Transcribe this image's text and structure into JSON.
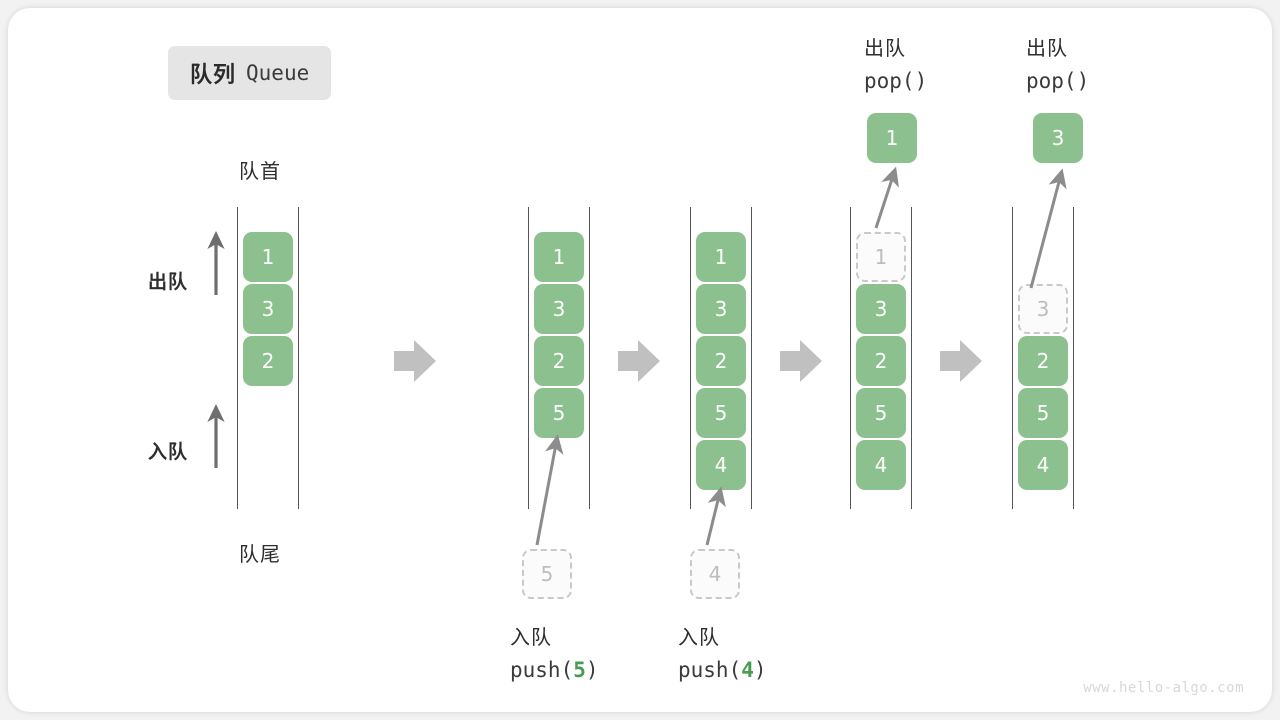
{
  "figure": {
    "title_cn": "队列",
    "title_en": "Queue",
    "watermark": "www.hello-algo.com",
    "head_label": "队首",
    "tail_label": "队尾",
    "dequeue_label": "出队",
    "enqueue_label": "入队",
    "accent_green": "#8cc08e",
    "arrow_gray": "#8c8c8c",
    "rail_gray": "#555555"
  },
  "stages": [
    {
      "id": "initial",
      "cells": [
        "1",
        "3",
        "2"
      ],
      "side_labels": {
        "top": "出队",
        "bottom": "入队"
      },
      "head_label": "队首",
      "tail_label": "队尾"
    },
    {
      "id": "after-push-5",
      "cells": [
        "1",
        "3",
        "2",
        "5"
      ],
      "incoming": {
        "value": "5",
        "op_cn": "入队",
        "op_code_prefix": "push(",
        "op_code_value": "5",
        "op_code_suffix": ")"
      }
    },
    {
      "id": "after-push-4",
      "cells": [
        "1",
        "3",
        "2",
        "5",
        "4"
      ],
      "incoming": {
        "value": "4",
        "op_cn": "入队",
        "op_code_prefix": "push(",
        "op_code_value": "4",
        "op_code_suffix": ")"
      }
    },
    {
      "id": "after-pop-1",
      "cells": [
        "1",
        "3",
        "2",
        "5",
        "4"
      ],
      "removed_index": 0,
      "outgoing": {
        "value": "1",
        "op_cn": "出队",
        "op_code": "pop()"
      }
    },
    {
      "id": "after-pop-3",
      "cells": [
        "",
        "3",
        "2",
        "5",
        "4"
      ],
      "removed_index": 1,
      "outgoing": {
        "value": "3",
        "op_cn": "出队",
        "op_code": "pop()"
      }
    }
  ],
  "arrows_between_stages": [
    "arrow-right-icon",
    "arrow-right-icon",
    "arrow-right-icon",
    "arrow-right-icon"
  ]
}
